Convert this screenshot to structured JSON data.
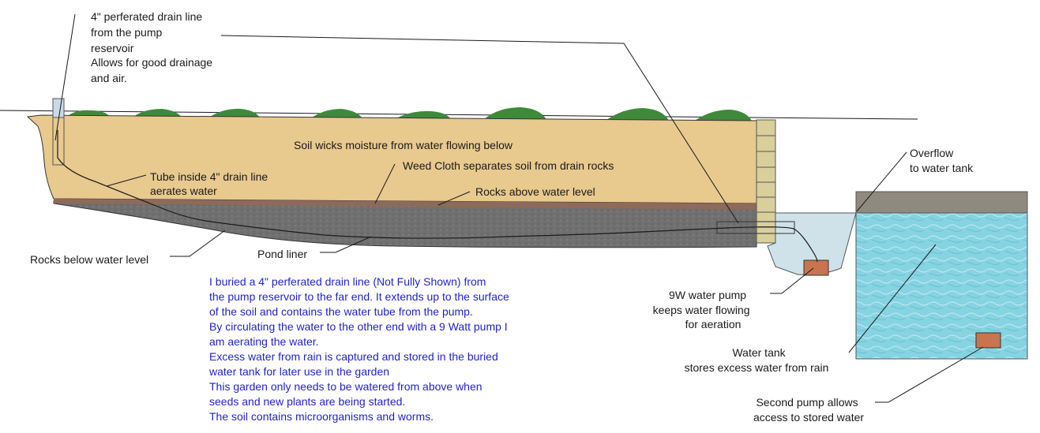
{
  "labels": {
    "drain_line": [
      "4\" perferated drain line",
      "from the pump",
      "reservoir",
      "Allows for good drainage",
      "and air."
    ],
    "soil": "Soil wicks moisture from water flowing below",
    "weed_cloth": "Weed Cloth separates soil from drain rocks",
    "tube": [
      "Tube inside 4\" drain line",
      "aerates water"
    ],
    "rocks_above": "Rocks above water level",
    "rocks_below": "Rocks below water level",
    "pond_liner": "Pond liner",
    "overflow": [
      "Overflow",
      "to water tank"
    ],
    "pump": [
      "9W water pump",
      "keeps water flowing",
      "for aeration"
    ],
    "tank": [
      "Water tank",
      "stores excess water from rain"
    ],
    "second_pump": [
      "Second pump allows",
      "access to stored water"
    ]
  },
  "notes": [
    "I buried a 4\" perferated drain line (Not Fully Shown) from",
    "the pump reservoir to the far end.  It extends up to the surface",
    "of the soil and contains the water tube from the pump.",
    "By circulating the water to the other end with a 9 Watt pump I",
    "am aerating the water.",
    "Excess water from rain is captured and stored in the buried",
    "water tank for later use in the garden",
    "This garden only needs to be watered from above when",
    "seeds and new plants are being started.",
    "The soil contains microorganisms and worms."
  ],
  "colors": {
    "soil": "#e8c98e",
    "rocks_above": "#8d6a5a",
    "rocks_below": "#6e6e6e",
    "plants": "#3f8a3a",
    "wall": "#d9cf9a",
    "reservoir": "#cfe2ea",
    "tank_water": "#7fd0e0",
    "tank_lid": "#8f8a80",
    "pump": "#c8744f",
    "notes_text": "#1f1fd0"
  }
}
